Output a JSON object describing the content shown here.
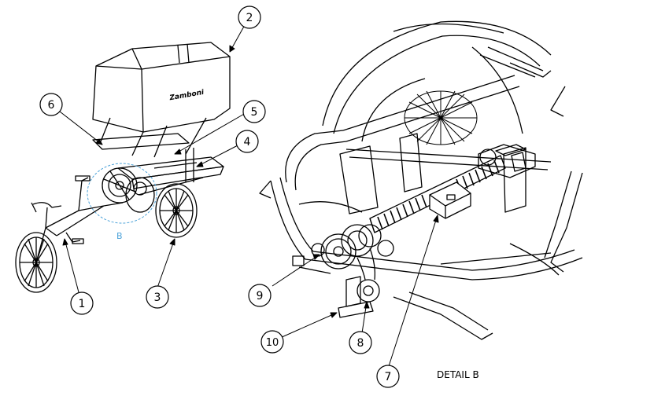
{
  "figure": {
    "callouts": [
      {
        "id": "c1",
        "label": "1"
      },
      {
        "id": "c2",
        "label": "2"
      },
      {
        "id": "c3",
        "label": "3"
      },
      {
        "id": "c4",
        "label": "4"
      },
      {
        "id": "c5",
        "label": "5"
      },
      {
        "id": "c6",
        "label": "6"
      },
      {
        "id": "c7",
        "label": "7"
      },
      {
        "id": "c8",
        "label": "8"
      },
      {
        "id": "c9",
        "label": "9"
      },
      {
        "id": "c10",
        "label": "10"
      }
    ],
    "detail_marker": "B",
    "detail_caption": "DETAIL B",
    "hopper_brand": "Zamboni",
    "colors": {
      "line": "#000000",
      "detail_outline": "#4da3d9",
      "background": "#ffffff"
    }
  }
}
